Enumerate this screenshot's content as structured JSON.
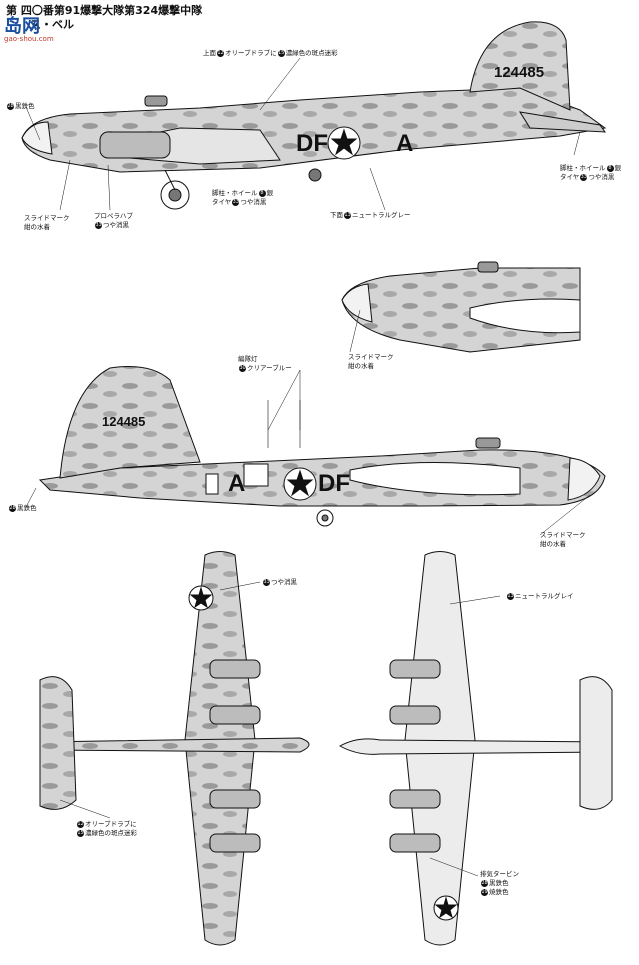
{
  "header": {
    "title": "第 四〇番第91爆撃大隊第324爆撃中隊",
    "subtitle": "ス・ベル",
    "logo_text": "岛网",
    "logo_url": "gao-shou.com"
  },
  "markings": {
    "serial": "124485",
    "code_left": "DF",
    "code_right": "A"
  },
  "labels": {
    "black_iron_left": {
      "num": "28",
      "text": "黒鉄色"
    },
    "upper_olive": {
      "prefix": "上面",
      "num1": "12",
      "text": "オリーブドラブに",
      "num2": "15",
      "text2": "濃緑色の斑点迷彩"
    },
    "slide_mark_1": {
      "line1": "スライドマーク",
      "line2": "紺の水着"
    },
    "prop_hub": {
      "line1": "プロペラハブ",
      "num": "33",
      "line2": "つや消黒"
    },
    "gear_strut": {
      "line1": "脚柱・ホイール",
      "num1": "8",
      "t1": "銀",
      "line2": "タイヤ",
      "num2": "33",
      "t2": "つや消黒"
    },
    "lower_neutral": {
      "prefix": "下面",
      "num": "13",
      "text": "ニュートラルグレー"
    },
    "tail_wheel": {
      "line1": "脚柱・ホイール",
      "num1": "8",
      "t1": "銀",
      "line2": "タイヤ",
      "num2": "33",
      "t2": "つや消黒"
    },
    "slide_mark_2": {
      "line1": "スライドマーク",
      "line2": "紺の水着"
    },
    "nav_light": {
      "line1": "編隊灯",
      "num": "30",
      "line2": "クリアーブルー"
    },
    "black_iron_right": {
      "num": "28",
      "text": "黒鉄色"
    },
    "slide_mark_3": {
      "line1": "スライドマーク",
      "line2": "紺の水着"
    },
    "matte_black": {
      "num": "33",
      "text": "つや消黒"
    },
    "neutral_gray": {
      "num": "13",
      "text": "ニュートラルグレイ"
    },
    "olive_bottom": {
      "num1": "12",
      "t1": "オリーブドラブに",
      "num2": "15",
      "t2": "濃緑色の斑点迷彩"
    },
    "exhaust": {
      "line1": "排気タービン",
      "num1": "28",
      "t1": "黒鉄色",
      "num2": "19",
      "t2": "焼鉄色"
    }
  },
  "colors": {
    "camo": "#c8c8c8",
    "dark": "#8a8a8a",
    "line": "#111111"
  }
}
